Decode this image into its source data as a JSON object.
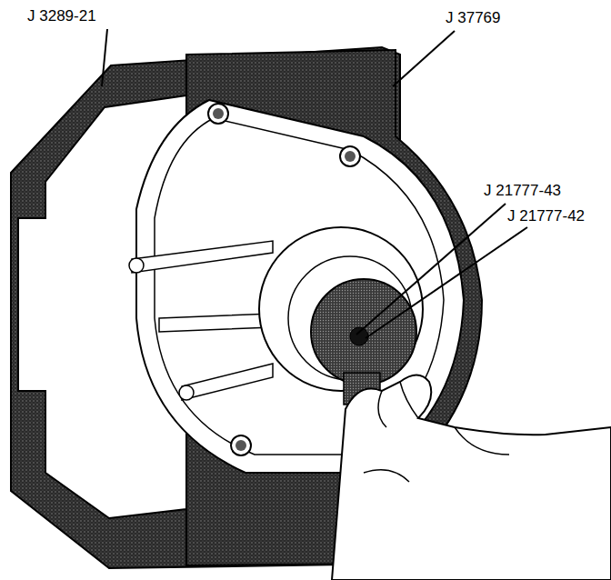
{
  "diagram": {
    "labels": [
      "J 3289-21",
      "J 37769",
      "J 21777-43",
      "J 21777-42"
    ]
  }
}
